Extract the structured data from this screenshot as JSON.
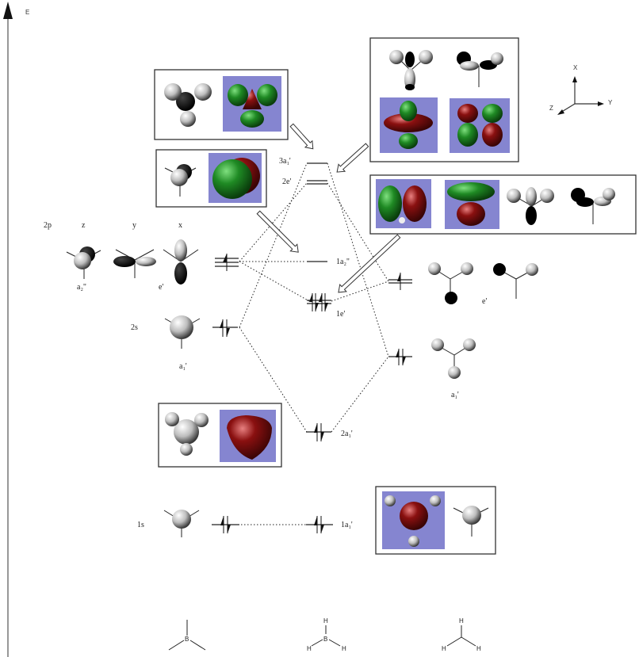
{
  "axis": {
    "label": "E"
  },
  "boron_column": {
    "title_2p": "2p",
    "p_labels": [
      "z",
      "y",
      "x"
    ],
    "sym_labels": {
      "a2pp": "a₂\"",
      "e_prime": "e'"
    },
    "label_2s": "2s",
    "sym_2s": "a₁'",
    "label_1s": "1s",
    "structure_center": "B"
  },
  "mo_column": {
    "levels": [
      {
        "id": "3a1p",
        "label": "3a₁'",
        "occupancy": 0
      },
      {
        "id": "2ep",
        "label": "2e'",
        "occupancy": 0
      },
      {
        "id": "1a2pp",
        "label": "1a₂\"",
        "occupancy": 0
      },
      {
        "id": "1ep",
        "label": "1e'",
        "occupancy": 4
      },
      {
        "id": "2a1p",
        "label": "2a₁'",
        "occupancy": 2
      },
      {
        "id": "1a1p",
        "label": "1a₁'",
        "occupancy": 2
      }
    ],
    "structure_center": "B",
    "structure_atoms": [
      "H",
      "H",
      "H"
    ]
  },
  "h3_column": {
    "sym_e": "e'",
    "sym_a1": "a₁'",
    "structure_atoms": [
      "H",
      "H",
      "H"
    ]
  },
  "coordinate_axes": {
    "x": "X",
    "y": "Y",
    "z": "Z"
  },
  "colors": {
    "panel_bg": "#8585d0",
    "lobe_green": "#1f8a24",
    "lobe_red": "#8a1010",
    "lobe_black": "#000000",
    "box_border": "#333333"
  }
}
